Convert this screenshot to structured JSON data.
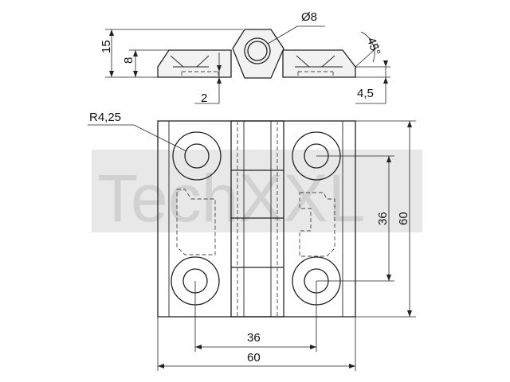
{
  "watermark": "TechXXL",
  "dimensions": {
    "hole_diameter": "Ø8",
    "height_total": "15",
    "plate_thickness": "8",
    "offset": "2",
    "chamfer_angle": "45°",
    "edge": "4,5",
    "radius": "R4,25",
    "hole_spacing_vertical": "36",
    "height": "60",
    "hole_spacing_horizontal": "36",
    "width": "60"
  }
}
